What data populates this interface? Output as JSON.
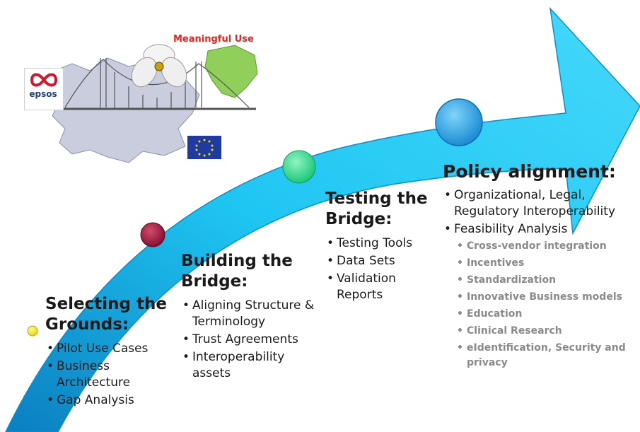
{
  "top_logos": {
    "epsos_label": "epsos",
    "meaningful_use_label": "Meaningful Use"
  },
  "stages": [
    {
      "title": "Selecting the Grounds:",
      "items": [
        "Pilot Use Cases",
        "Business Architecture",
        "Gap Analysis"
      ],
      "dot_color": "#f1e51e"
    },
    {
      "title": "Building the Bridge:",
      "items": [
        "Aligning Structure & Terminology",
        "Trust Agreements",
        "Interoperability assets"
      ],
      "dot_color": "#a0123a"
    },
    {
      "title": "Testing the Bridge:",
      "items": [
        "Testing Tools",
        "Data Sets",
        "Validation Reports"
      ],
      "dot_color": "#2fd68c"
    },
    {
      "title": "Policy alignment:",
      "items": [
        "Organizational, Legal, Regulatory Interoperability",
        "Feasibility Analysis"
      ],
      "subitems": [
        "Cross-vendor integration",
        "Incentives",
        "Standardization",
        "Innovative Business models",
        "Education",
        "Clinical Research",
        "eIdentification, Security and privacy"
      ],
      "dot_color": "#1aa3e8"
    }
  ],
  "colors": {
    "arrow": "#1fc3f0",
    "arrow_edge": "#0a8fc8"
  }
}
